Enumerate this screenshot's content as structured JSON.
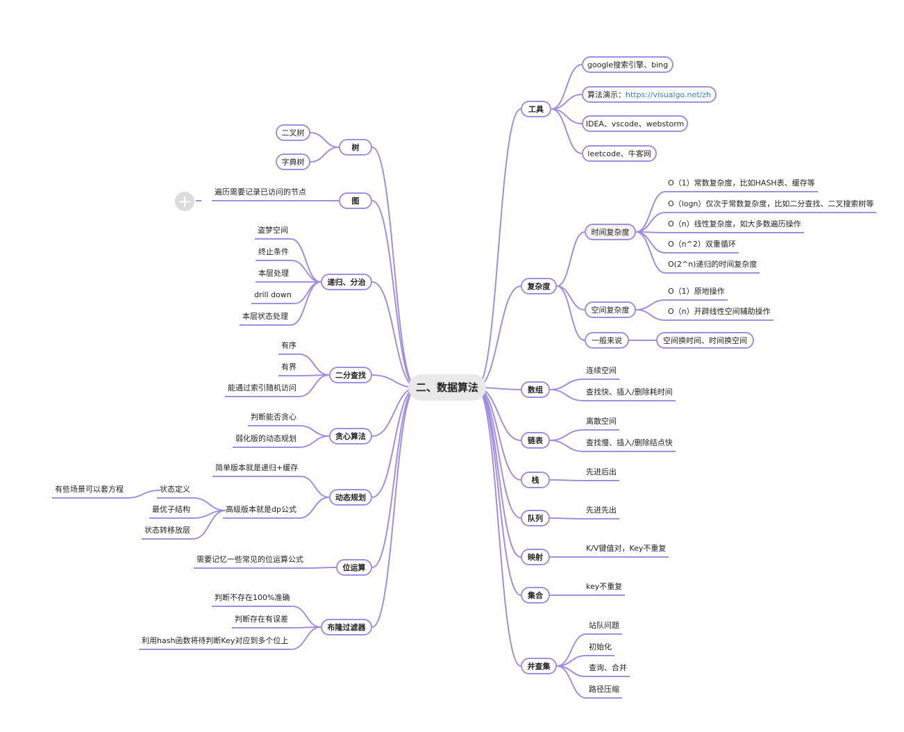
{
  "root": "二、数据算法",
  "right": {
    "tools": {
      "label": "工具",
      "items": [
        "google搜索引擎、bing",
        "IDEA、vscode、webstorm",
        "leetcode、牛客网"
      ],
      "algo_demo": {
        "prefix": "算法演示：",
        "url": "https://visualgo.net/zh"
      }
    },
    "complexity": {
      "label": "复杂度",
      "time": {
        "label": "时间复杂度",
        "items": [
          "O（1）常数复杂度，比如HASH表、缓存等",
          "O（logn）仅次于常数复杂度，比如二分查找、二叉搜索树等",
          "O（n）线性复杂度，如大多数遍历操作",
          "O（n^2）双重循环",
          "O(2^n)递归的时间复杂度"
        ]
      },
      "space": {
        "label": "空间复杂度",
        "items": [
          "O（1）原地操作",
          "O（n）开辟线性空间辅助操作"
        ]
      },
      "general": {
        "label": "一般来说",
        "item": "空间换时间、时间换空间"
      }
    },
    "array": {
      "label": "数组",
      "items": [
        "连续空间",
        "查找快、插入/删除耗时间"
      ]
    },
    "linked_list": {
      "label": "链表",
      "items": [
        "离散空间",
        "查找慢、插入/删除结点快"
      ]
    },
    "stack": {
      "label": "栈",
      "items": [
        "先进后出"
      ]
    },
    "queue": {
      "label": "队列",
      "items": [
        "先进先出"
      ]
    },
    "map": {
      "label": "映射",
      "items": [
        "K/V键值对，Key不重复"
      ]
    },
    "set": {
      "label": "集合",
      "items": [
        "key不重复"
      ]
    },
    "union_find": {
      "label": "并查集",
      "items": [
        "站队问题",
        "初始化",
        "查询、合并",
        "路径压缩"
      ]
    }
  },
  "left": {
    "tree": {
      "label": "树",
      "items": [
        "二叉树",
        "字典树"
      ]
    },
    "graph": {
      "label": "图",
      "items": [
        "遍历需要记录已访问的节点"
      ]
    },
    "recursion": {
      "label": "递归、分治",
      "items": [
        "盗梦空间",
        "终止条件",
        "本层处理",
        "drill down",
        "本层状态处理"
      ]
    },
    "binary_search": {
      "label": "二分查找",
      "items": [
        "有序",
        "有界",
        "能通过索引随机访问"
      ]
    },
    "greedy": {
      "label": "贪心算法",
      "items": [
        "判断能否贪心",
        "弱化版的动态规划"
      ]
    },
    "dp": {
      "label": "动态规划",
      "simple": "简单版本就是递归+缓存",
      "advanced": {
        "label": "高级版本就是dp公式",
        "state_def": {
          "label": "状态定义",
          "item": "有些场景可以套方程"
        },
        "items": [
          "最优子结构",
          "状态转移放层"
        ]
      }
    },
    "bit": {
      "label": "位运算",
      "items": [
        "需要记忆一些常见的位运算公式"
      ]
    },
    "bloom": {
      "label": "布隆过滤器",
      "items": [
        "判断不存在100%准确",
        "判断存在有误差",
        "利用hash函数将待判断Key对应到多个位上"
      ]
    }
  },
  "colors": {
    "branch": "#a08ee0",
    "root_bg": "#e9e9e9",
    "link": "#3a7fd6",
    "text": "#222222"
  }
}
